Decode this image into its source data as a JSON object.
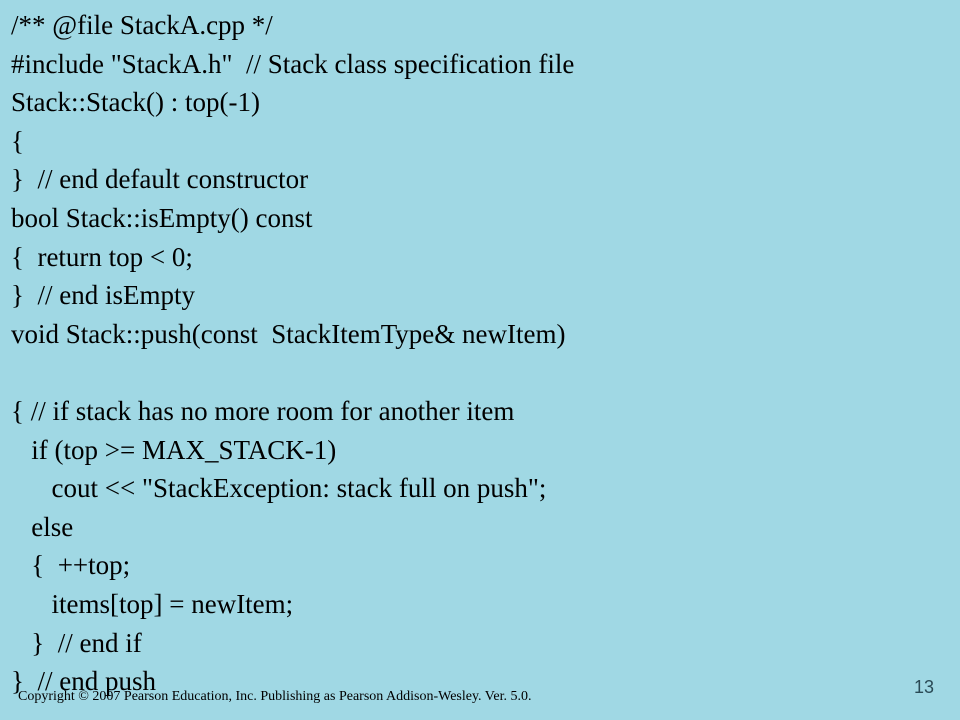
{
  "code_lines": [
    "/** @file StackA.cpp */",
    "#include \"StackA.h\"  // Stack class specification file",
    "Stack::Stack() : top(-1)",
    "{",
    "}  // end default constructor",
    "bool Stack::isEmpty() const",
    "{  return top < 0;",
    "}  // end isEmpty",
    "void Stack::push(const  StackItemType& newItem)",
    "",
    "{ // if stack has no more room for another item",
    "   if (top >= MAX_STACK-1)",
    "      cout << \"StackException: stack full on push\";",
    "   else",
    "   {  ++top;",
    "      items[top] = newItem;",
    "   }  // end if",
    "}  // end push"
  ],
  "footer": "Copyright © 2007 Pearson Education, Inc. Publishing as Pearson Addison-Wesley. Ver. 5.0.",
  "page_number": "13"
}
